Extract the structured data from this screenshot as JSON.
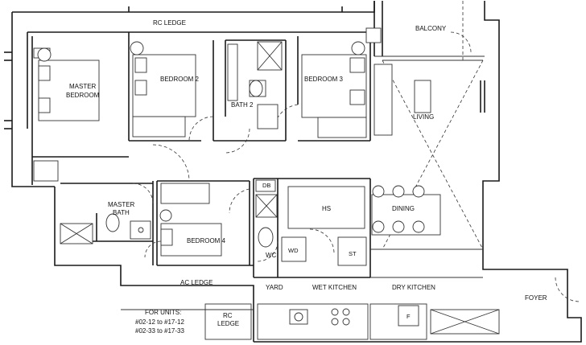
{
  "rooms": {
    "rc_ledge_top": "RC LEDGE",
    "balcony": "BALCONY",
    "master_bedroom_1": "MASTER",
    "master_bedroom_2": "BEDROOM",
    "bedroom2": "BEDROOM 2",
    "bath2": "BATH 2",
    "bedroom3": "BEDROOM 3",
    "living": "LIVING",
    "master_bath_1": "MASTER",
    "master_bath_2": "BATH",
    "bedroom4": "BEDROOM 4",
    "db": "DB",
    "hs": "HS",
    "dining": "DINING",
    "wc": "WC",
    "wd": "WD",
    "st": "ST",
    "ac_ledge": "AC LEDGE",
    "yard": "YARD",
    "wet_kitchen": "WET KITCHEN",
    "dry_kitchen": "DRY KITCHEN",
    "foyer": "FOYER",
    "rc_ledge_bottom_1": "RC",
    "rc_ledge_bottom_2": "LEDGE",
    "fridge": "F"
  },
  "units_note": {
    "heading": "FOR UNITS:",
    "line1": "#02-12 to #17-12",
    "line2": "#02-33 to #17-33"
  }
}
